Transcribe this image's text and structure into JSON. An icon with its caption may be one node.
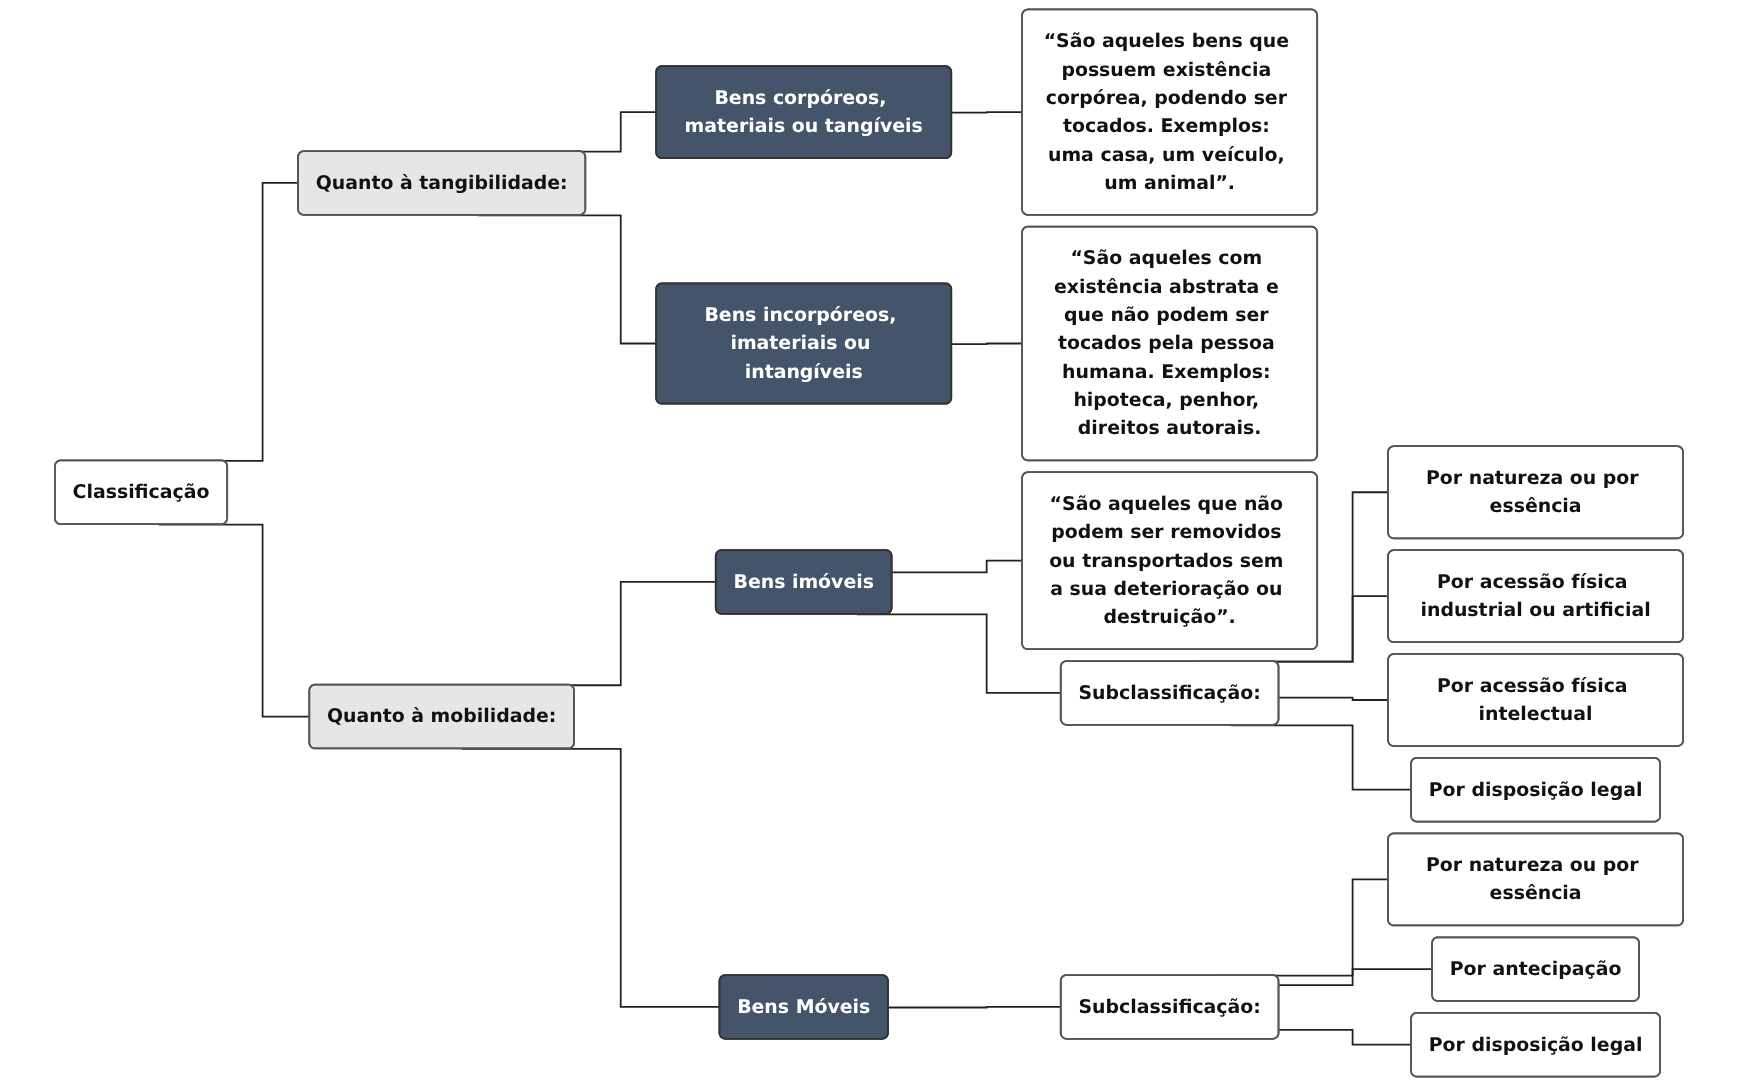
{
  "diagram": {
    "nodes": [
      {
        "text": [
          "Classificação"
        ]
      },
      {
        "text": [
          "Quanto à tangibilidade:"
        ]
      },
      {
        "text": [
          "Bens corpóreos, materiais ou tangíveis"
        ]
      },
      {
        "text": [
          "“São aqueles bens que possuem existência corpórea, podendo ser tocados. Exemplos: uma casa, um veículo, um animal”."
        ]
      },
      {
        "text": [
          "Bens incorpóreos, imateriais ou intangíveis"
        ]
      },
      {
        "text": [
          "“São aqueles com existência abstrata e que não podem ser tocados pela pessoa humana. Exemplos: hipoteca, penhor, direitos autorais."
        ]
      },
      {
        "text": [
          "Quanto à mobilidade:"
        ]
      },
      {
        "text": [
          "Bens imóveis"
        ]
      },
      {
        "text": [
          "“São aqueles que não podem ser removidos ou transportados sem a sua deterioração ou destruição”."
        ]
      },
      {
        "text": [
          "Subclassificação:"
        ]
      },
      {
        "text": [
          "Por natureza ou por essência"
        ]
      },
      {
        "text": [
          "Por acessão física industrial ou artificial"
        ]
      },
      {
        "text": [
          "Por acessão física intelectual"
        ]
      },
      {
        "text": [
          "Por disposição legal"
        ]
      },
      {
        "text": [
          "Bens Móveis"
        ]
      },
      {
        "text": [
          "Subclassificação:"
        ]
      },
      {
        "text": [
          "Por natureza ou por essência"
        ]
      },
      {
        "text": [
          "Por antecipação"
        ]
      },
      {
        "text": [
          "Por disposição legal"
        ]
      }
    ],
    "edges": [
      {
        "from": 0,
        "to": 1,
        "arrow": "none"
      },
      {
        "from": 0,
        "to": 6,
        "arrow": "none"
      },
      {
        "from": 1,
        "to": 2,
        "arrow": "none"
      },
      {
        "from": 1,
        "to": 4,
        "arrow": "none"
      },
      {
        "from": 2,
        "to": 3,
        "arrow": "none"
      },
      {
        "from": 4,
        "to": 5,
        "arrow": "none"
      },
      {
        "from": 6,
        "to": 7,
        "arrow": "none"
      },
      {
        "from": 6,
        "to": 14,
        "arrow": "none"
      },
      {
        "from": 7,
        "to": 8,
        "arrow": "none"
      },
      {
        "from": 7,
        "to": 9,
        "arrow": "none"
      },
      {
        "from": 9,
        "to": 10,
        "arrow": "none"
      },
      {
        "from": 9,
        "to": 11,
        "arrow": "none"
      },
      {
        "from": 9,
        "to": 12,
        "arrow": "none"
      },
      {
        "from": 9,
        "to": 13,
        "arrow": "none"
      },
      {
        "from": 14,
        "to": 15,
        "arrow": "none"
      },
      {
        "from": 15,
        "to": 16,
        "arrow": "none"
      },
      {
        "from": 15,
        "to": 17,
        "arrow": "none"
      },
      {
        "from": 15,
        "to": 18,
        "arrow": "none"
      }
    ]
  }
}
